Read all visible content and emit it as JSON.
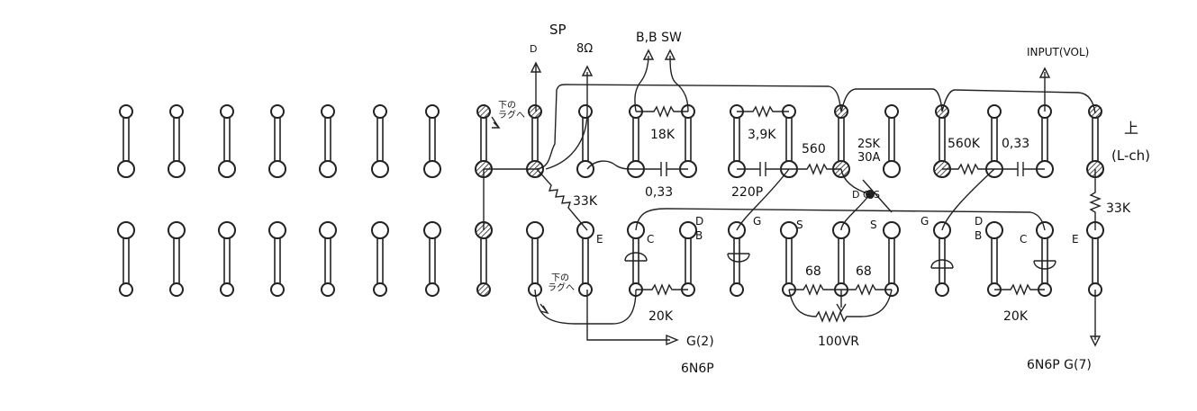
{
  "labels": {
    "sp": "SP",
    "d_top": "D",
    "ohm": "8Ω",
    "bbsw": "B,B SW",
    "input_vol": "INPUT(VOL)",
    "to_lower_lug_1": "下の\nラグへ",
    "to_lower_lug_2": "下の\nラグへ",
    "r_18k": "18K",
    "r_3_9k": "3,9K",
    "r_560": "560",
    "fet": "2SK\n30A",
    "r_560k": "560K",
    "c_033_right": "0,33",
    "c_033_left": "0,33",
    "c_220p": "220P",
    "r_33k_left": "33K",
    "r_33k_right": "33K",
    "fet_pins": "D  G,S",
    "ue": "上",
    "lch": "(L-ch)",
    "e_left": "E",
    "c_left": "C",
    "d_b_left": "D\nB",
    "g_left": "G",
    "s_left": "S",
    "s_mid": "S",
    "g_right": "G",
    "d_b_right": "D\nB",
    "c_right": "C",
    "e_right": "E",
    "r_68_a": "68",
    "r_68_b": "68",
    "r_20k_left": "20K",
    "r_20k_right": "20K",
    "vr_100": "100VR",
    "g2": "G(2)",
    "tube_6n6p": "6N6P",
    "g7": "6N6P G(7)"
  }
}
